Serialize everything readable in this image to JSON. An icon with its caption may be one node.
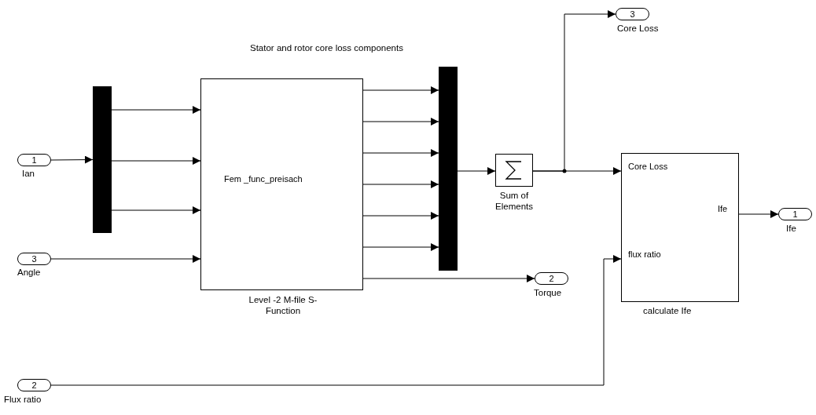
{
  "diagram": {
    "nodes": [
      {
        "text": [
          "1"
        ],
        "beside": [
          "Ian"
        ]
      },
      {
        "text": [],
        "shape": "bar"
      },
      {
        "text": [
          "3"
        ],
        "beside": [
          "Angle"
        ]
      },
      {
        "text": [
          "Fem _func_preisach"
        ],
        "beside": [
          "Level -2 M-file S-Function"
        ]
      },
      {
        "text": [],
        "shape": "bar"
      },
      {
        "text": [],
        "shape": "box",
        "beside": [
          "Sum of Elements"
        ]
      },
      {
        "text": [
          "3"
        ],
        "beside": [
          "Core Loss"
        ]
      },
      {
        "text": [
          "Core Loss",
          "flux ratio",
          "Ife"
        ],
        "beside": [
          "calculate Ife"
        ]
      },
      {
        "text": [
          "1"
        ],
        "beside": [
          "Ife"
        ]
      },
      {
        "text": [
          "2"
        ],
        "beside": [
          "Torque"
        ]
      },
      {
        "text": [
          "2"
        ],
        "beside": [
          "Flux ratio"
        ]
      }
    ],
    "edges": [
      {
        "from": 0,
        "to": 1,
        "arrow": "to"
      },
      {
        "from": 1,
        "to": 3,
        "arrow": "to"
      },
      {
        "from": 1,
        "to": 3,
        "arrow": "to"
      },
      {
        "from": 1,
        "to": 3,
        "arrow": "to"
      },
      {
        "from": 2,
        "to": 3,
        "arrow": "to"
      },
      {
        "from": 3,
        "to": 4,
        "arrow": "to"
      },
      {
        "from": 3,
        "to": 4,
        "arrow": "to"
      },
      {
        "from": 3,
        "to": 4,
        "arrow": "to"
      },
      {
        "from": 3,
        "to": 4,
        "arrow": "to"
      },
      {
        "from": 3,
        "to": 4,
        "arrow": "to"
      },
      {
        "from": 3,
        "to": 4,
        "arrow": "to"
      },
      {
        "from": 3,
        "to": 9,
        "arrow": "to"
      },
      {
        "from": 4,
        "to": 5,
        "arrow": "to"
      },
      {
        "from": 5,
        "to": 7,
        "arrow": "to"
      },
      {
        "from": 5,
        "to": 6,
        "arrow": "to"
      },
      {
        "from": 7,
        "to": 8,
        "arrow": "to"
      },
      {
        "from": 10,
        "to": 7,
        "arrow": "to"
      }
    ],
    "labels": [
      "Stator and rotor core loss components"
    ]
  }
}
